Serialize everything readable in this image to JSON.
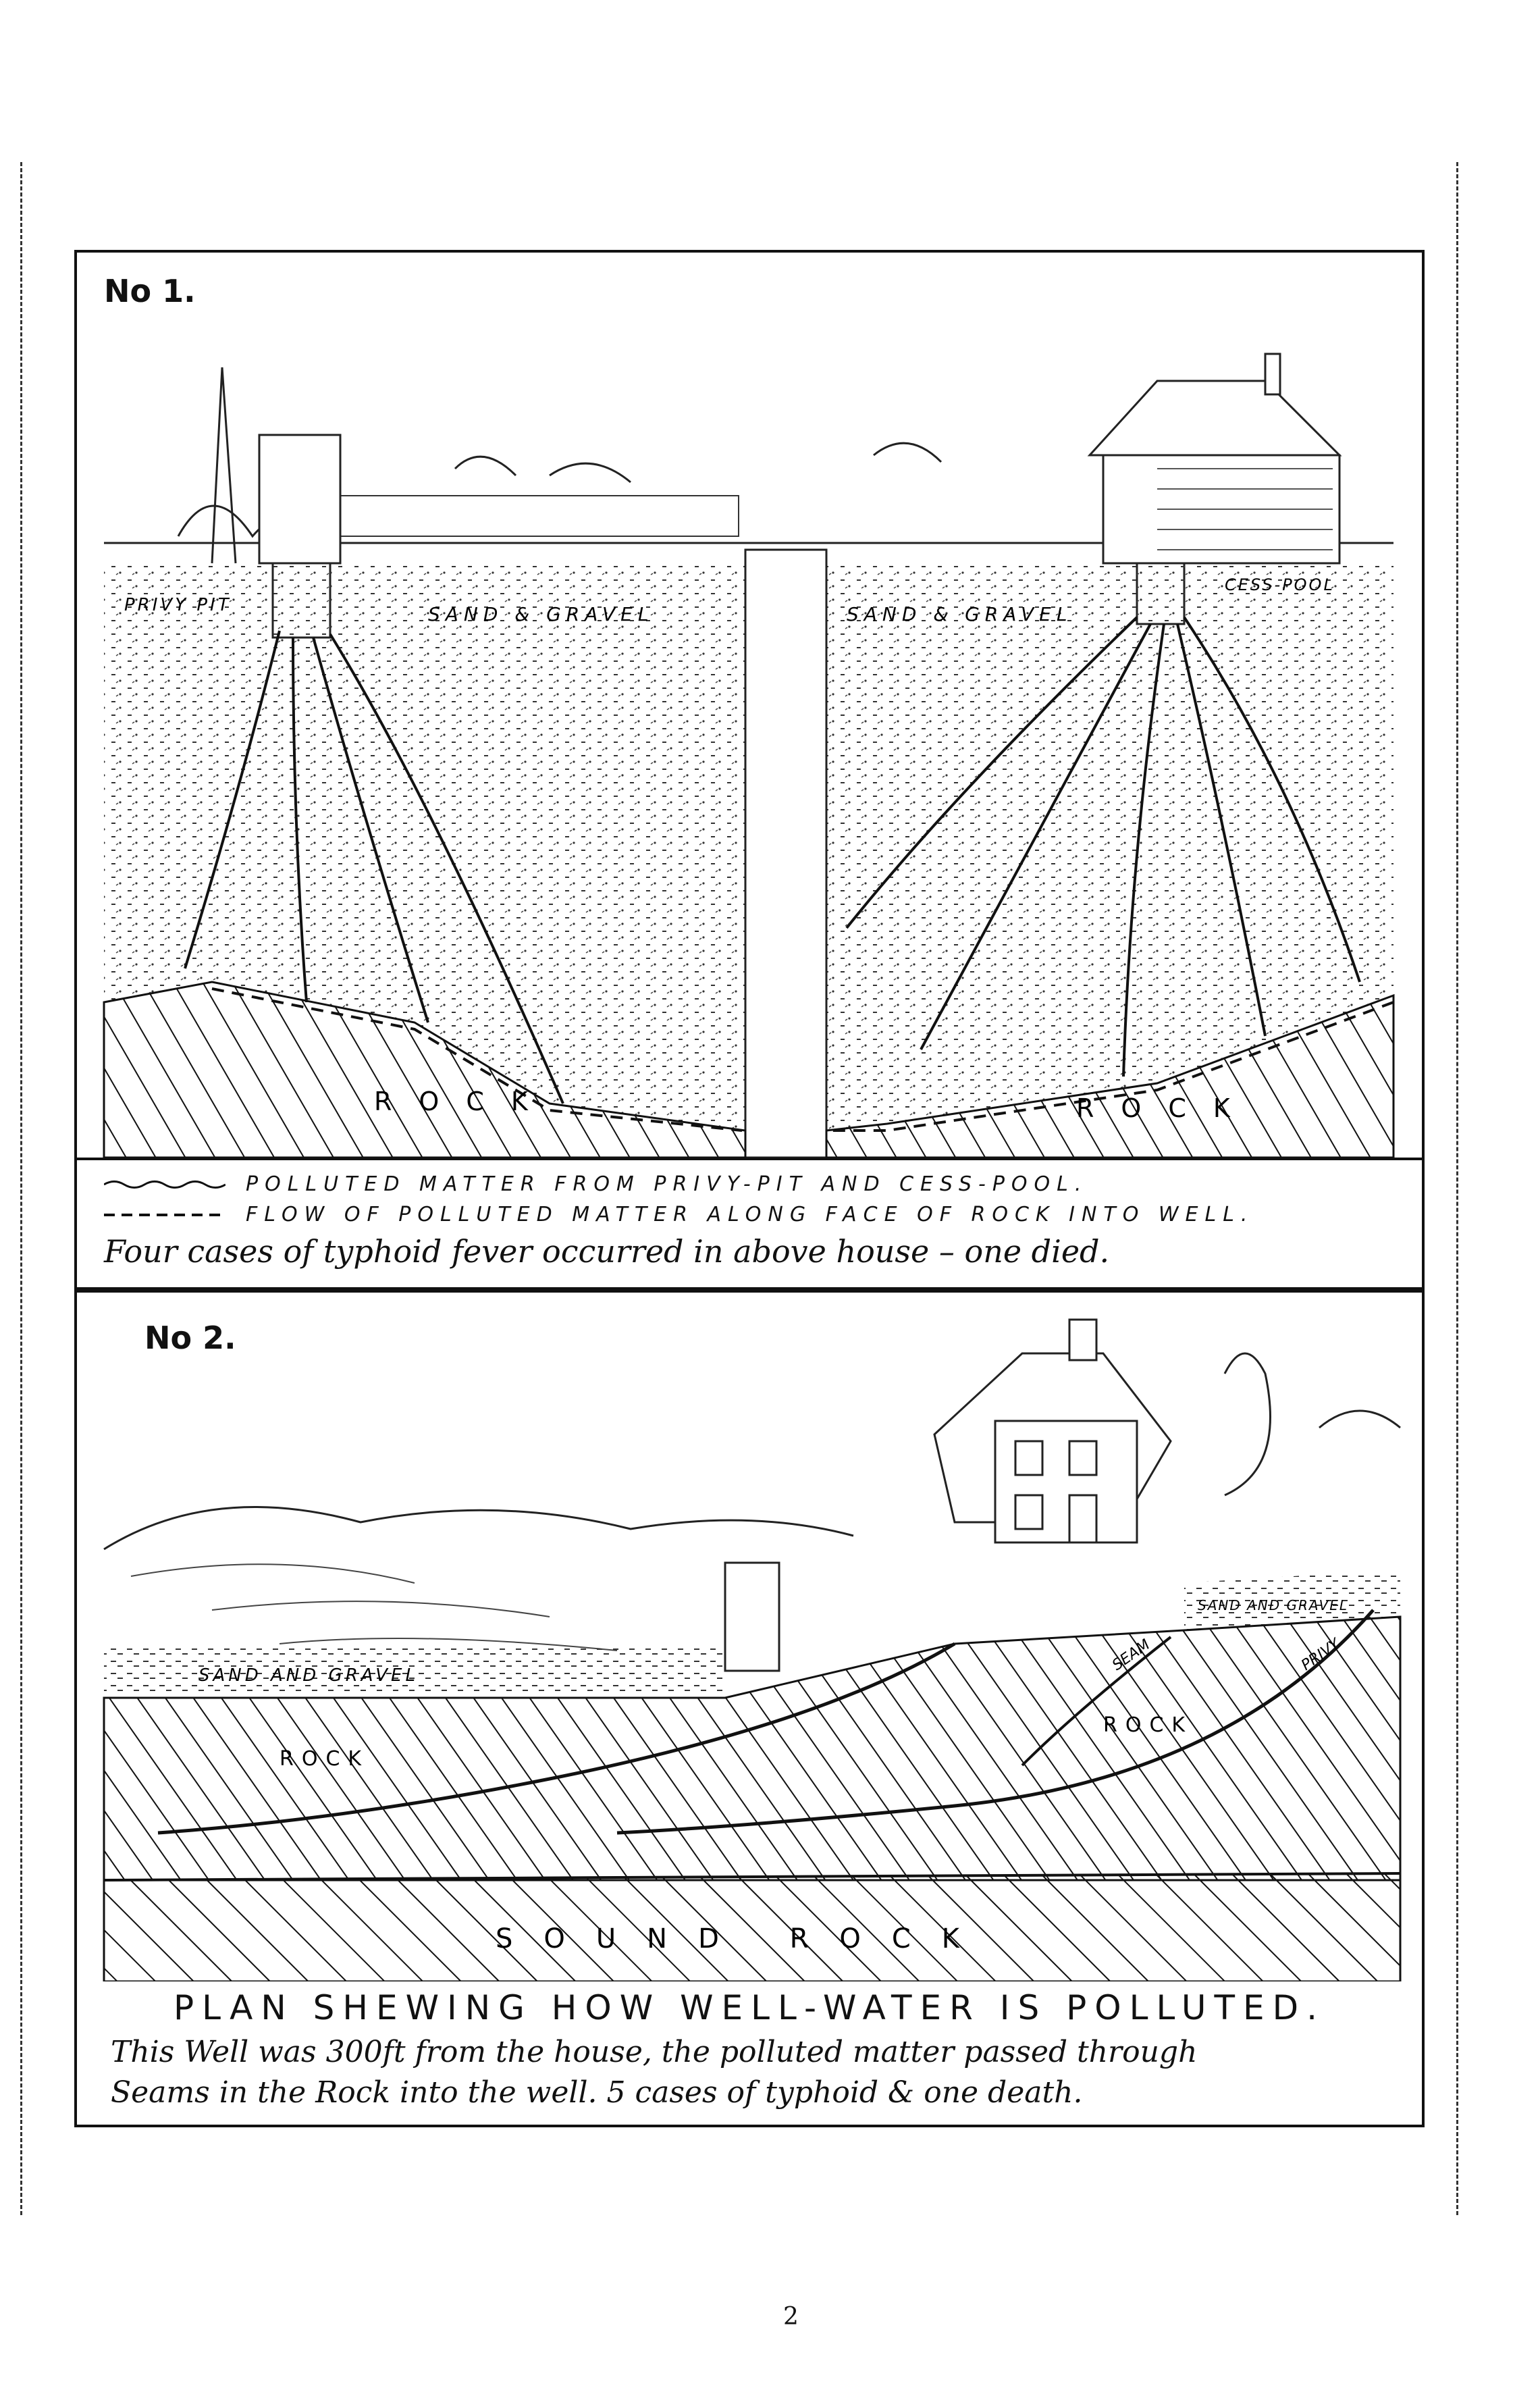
{
  "figure1": {
    "number": "No 1.",
    "labels": {
      "privy_pit": "PRIVY PIT",
      "sand_gravel_left": "SAND & GRAVEL",
      "sand_gravel_right": "SAND & GRAVEL",
      "rock_left": "ROCK",
      "rock_right": "ROCK",
      "house_label": "CESS-POOL"
    },
    "legend": [
      {
        "symbol": "wavy-line",
        "text": "POLLUTED MATTER FROM PRIVY-PIT AND CESS-POOL."
      },
      {
        "symbol": "dashed-line",
        "text": "FLOW OF POLLUTED MATTER ALONG FACE OF ROCK INTO WELL."
      }
    ],
    "note": "Four cases of typhoid fever occurred in above house – one died."
  },
  "figure2": {
    "number": "No 2.",
    "labels": {
      "sand_gravel": "SAND AND GRAVEL",
      "sand_gravel_right": "SAND AND GRAVEL",
      "rock_left": "ROCK",
      "rock_right": "ROCK",
      "privy": "PRIVY",
      "seam": "SEAM",
      "sound_rock": "SOUND ROCK"
    },
    "title": "PLAN SHEWING HOW WELL-WATER IS POLLUTED.",
    "description_line1": "This Well was 300ft from the house, the polluted matter passed through",
    "description_line2": "Seams in the Rock into the well. 5 cases of typhoid & one death."
  },
  "footer": {
    "page_mark": "2"
  },
  "colors": {
    "ink": "#111111",
    "paper": "#ffffff"
  }
}
